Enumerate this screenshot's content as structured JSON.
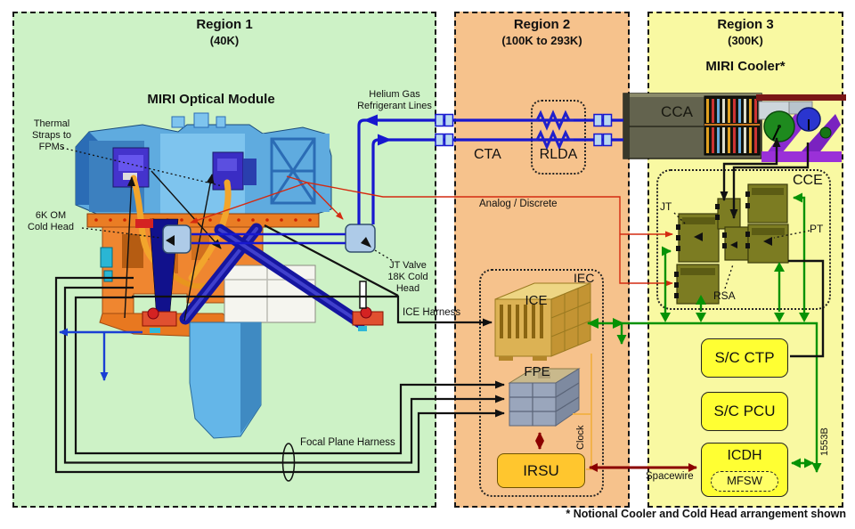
{
  "regions": {
    "r1": {
      "title": "Region 1",
      "subtitle": "(40K)"
    },
    "r2": {
      "title": "Region 2",
      "subtitle": "(100K to 293K)"
    },
    "r3": {
      "title": "Region 3",
      "subtitle": "(300K)",
      "cooler_title": "MIRI Cooler*"
    }
  },
  "r1_labels": {
    "module_title": "MIRI Optical Module",
    "thermal_straps": [
      "Thermal",
      "Straps to",
      "FPMs"
    ],
    "cold_head": [
      "6K OM",
      "Cold Head"
    ],
    "helium": [
      "Helium Gas",
      "Refrigerant Lines"
    ],
    "jt_valve": [
      "JT Valve",
      "18K Cold",
      "Head"
    ],
    "ice_harness": "ICE Harness",
    "focal_plane_harness": "Focal Plane Harness"
  },
  "r2_labels": {
    "cta": "CTA",
    "rlda": "RLDA",
    "analog_discrete": "Analog / Discrete",
    "iec": "IEC",
    "ice": "ICE",
    "fpe": "FPE",
    "irsu": "IRSU",
    "clock": "Clock",
    "spacewire": "Spacewire"
  },
  "r3_labels": {
    "cca": "CCA",
    "cce": "CCE",
    "jt": "JT",
    "pt": "PT",
    "rsa": "RSA",
    "sc_ctp": "S/C CTP",
    "sc_pcu": "S/C PCU",
    "icdh": "ICDH",
    "mfsw": "MFSW",
    "bus": "1553B"
  },
  "footnote": "* Notional Cooler and Cold Head arrangement shown",
  "colors": {
    "region1_bg": "#cdf2c6",
    "region2_bg": "#f6c28c",
    "region3_bg": "#f9f9a2",
    "helium_line_blue": "#1717cf",
    "data_green": "#069206",
    "analog_red": "#d42a10",
    "spacewire_dark_red": "#8b0000",
    "clock_orange": "#f2b24c",
    "sc_box_yellow": "#ffff33",
    "irsu_gold": "#ffc62e"
  }
}
